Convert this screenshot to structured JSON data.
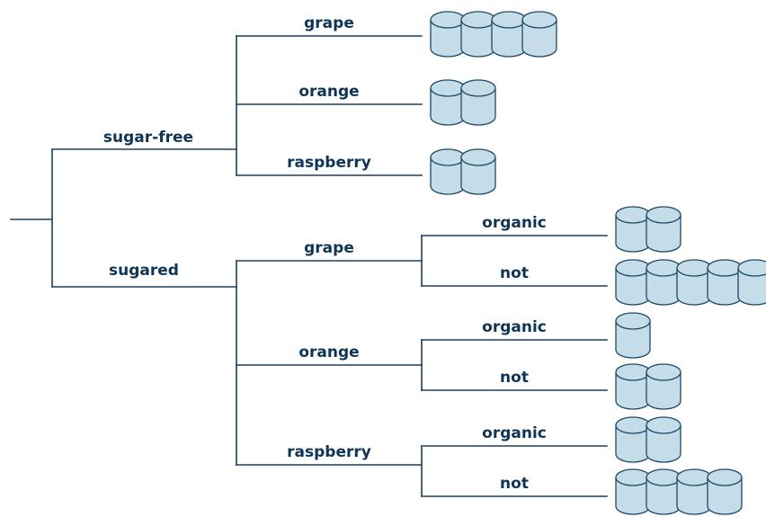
{
  "colors": {
    "line": "#1d3f5e",
    "text": "#0f3556",
    "can_fill": "#c5dde9",
    "can_stroke": "#1f4a66"
  },
  "icon": "can-icon",
  "tree": {
    "root": {
      "branches": [
        {
          "label": "sugar-free",
          "children": [
            {
              "label": "grape",
              "cans": 4
            },
            {
              "label": "orange",
              "cans": 2
            },
            {
              "label": "raspberry",
              "cans": 2
            }
          ]
        },
        {
          "label": "sugared",
          "children": [
            {
              "label": "grape",
              "children": [
                {
                  "label": "organic",
                  "cans": 2
                },
                {
                  "label": "not",
                  "cans": 5
                }
              ]
            },
            {
              "label": "orange",
              "children": [
                {
                  "label": "organic",
                  "cans": 1
                },
                {
                  "label": "not",
                  "cans": 2
                }
              ]
            },
            {
              "label": "raspberry",
              "children": [
                {
                  "label": "organic",
                  "cans": 2
                },
                {
                  "label": "not",
                  "cans": 4
                }
              ]
            }
          ]
        }
      ]
    }
  }
}
